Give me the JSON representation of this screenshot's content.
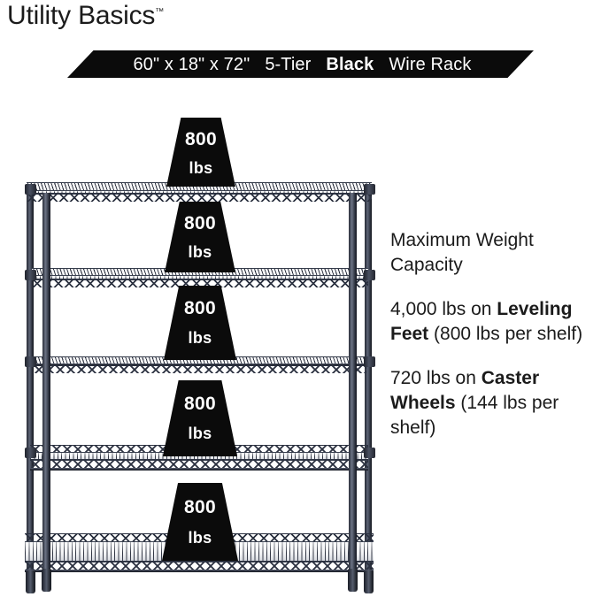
{
  "brand": {
    "name": "Utility Basics",
    "trademark": "™"
  },
  "banner": {
    "dimensions": "60\" x 18\" x 72\"",
    "tiers": "5-Tier",
    "color_word": "Black",
    "product": "Wire Rack",
    "full_text": "60\" x 18\" x 72\" 5-Tier Black Wire Rack",
    "background_color": "#0b0b0b",
    "text_color": "#ffffff"
  },
  "capacity": {
    "heading_line1": "Maximum Weight",
    "heading_line2": "Capacity",
    "leveling": {
      "total": "4,000 lbs on ",
      "emphasis": "Leveling Feet",
      "detail": " (800 lbs per shelf)"
    },
    "caster": {
      "total": "720 lbs on ",
      "emphasis": "Caster Wheels",
      "detail": " (144 lbs per shelf)"
    }
  },
  "rack": {
    "shelf_count": 5,
    "badge_value": "800",
    "badge_unit": "lbs",
    "metal_color": "#2f3441",
    "shelves": [
      {
        "index": 1,
        "label_value": "800",
        "label_unit": "lbs"
      },
      {
        "index": 2,
        "label_value": "800",
        "label_unit": "lbs"
      },
      {
        "index": 3,
        "label_value": "800",
        "label_unit": "lbs"
      },
      {
        "index": 4,
        "label_value": "800",
        "label_unit": "lbs"
      },
      {
        "index": 5,
        "label_value": "800",
        "label_unit": "lbs"
      }
    ]
  }
}
